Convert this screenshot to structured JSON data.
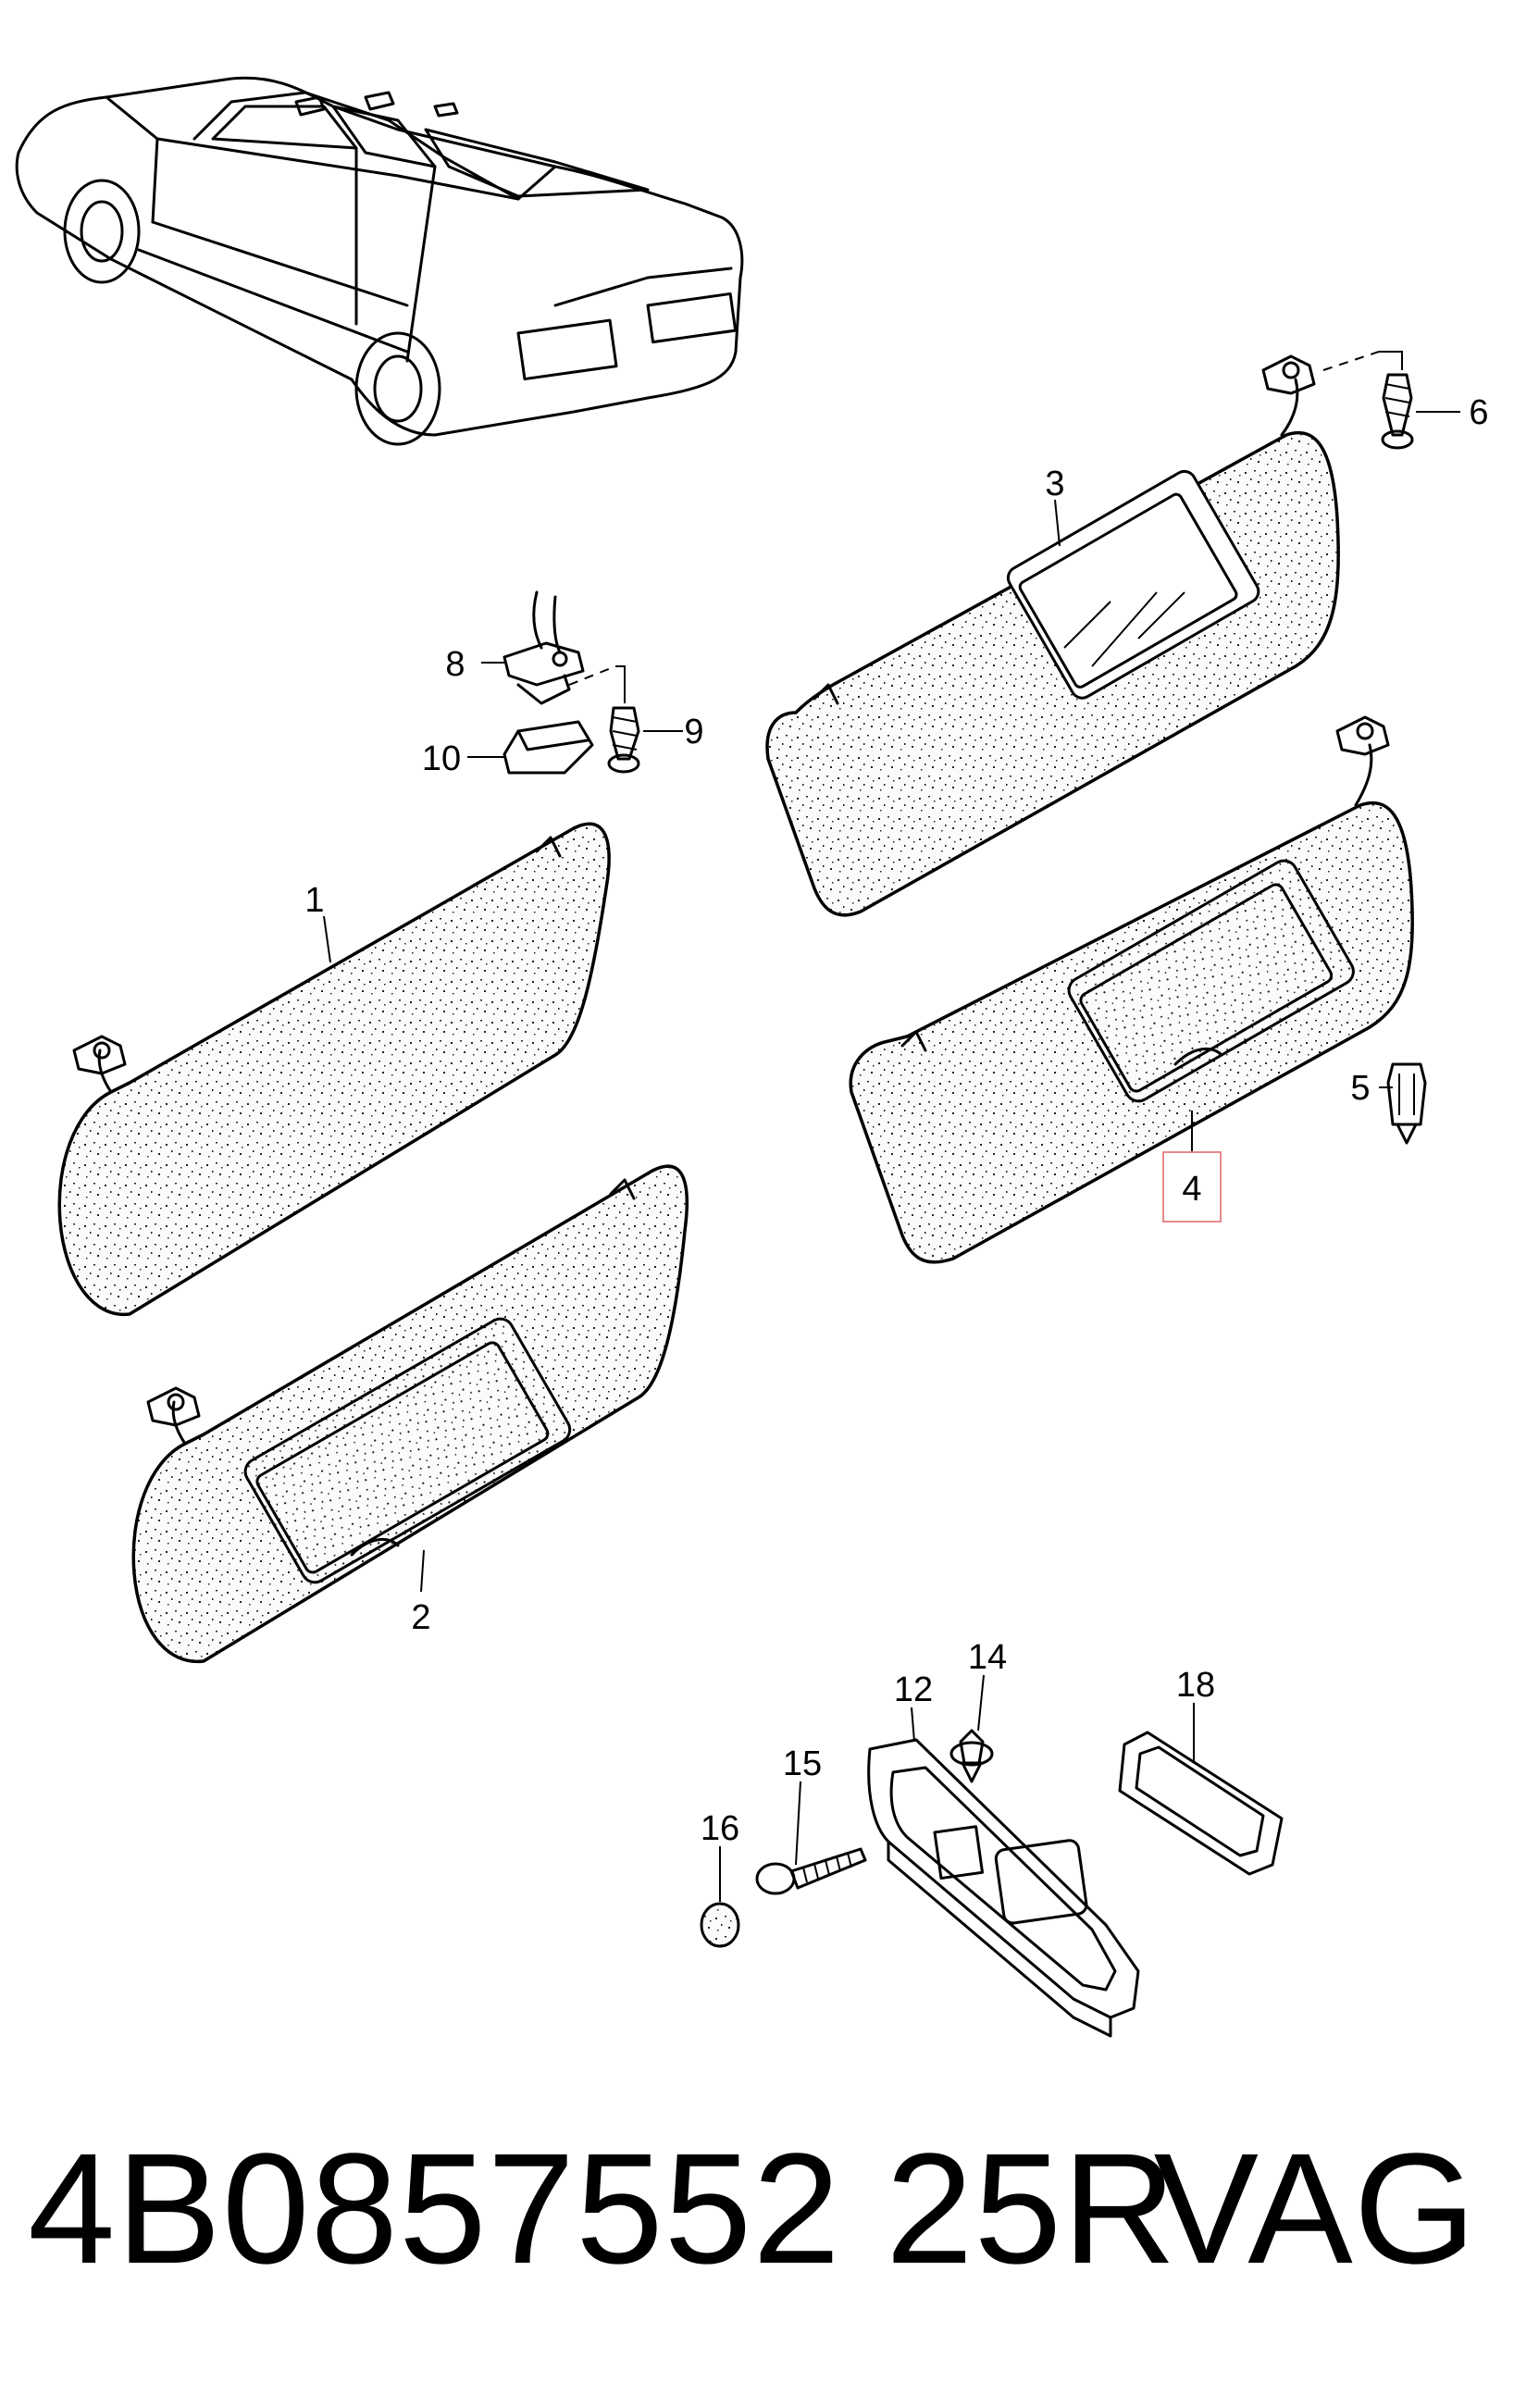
{
  "callouts": {
    "c1": "1",
    "c2": "2",
    "c3": "3",
    "c4": "4",
    "c5": "5",
    "c6": "6",
    "c8": "8",
    "c9": "9",
    "c10": "10",
    "c12": "12",
    "c14": "14",
    "c15": "15",
    "c16": "16",
    "c18": "18"
  },
  "highlight": {
    "callout": "4",
    "color": "#e88a8a"
  },
  "footer": {
    "part_number": "4B0857552 25R",
    "brand": "VAG"
  }
}
